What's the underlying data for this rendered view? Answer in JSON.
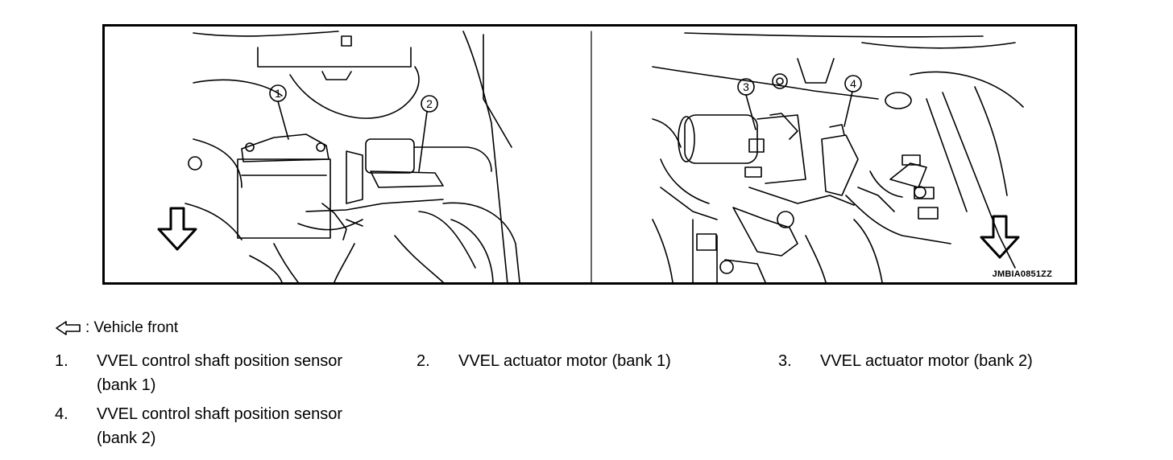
{
  "figure": {
    "code": "JMBIA0851ZZ",
    "callouts": [
      "1",
      "2",
      "3",
      "4"
    ]
  },
  "legend": {
    "front_label": ": Vehicle front",
    "icon": "hollow-arrow-left-icon"
  },
  "items": [
    {
      "num": "1.",
      "line1": "VVEL control shaft position sensor",
      "line2": "(bank 1)"
    },
    {
      "num": "2.",
      "line1": "VVEL actuator motor (bank 1)"
    },
    {
      "num": "3.",
      "line1": "VVEL actuator motor (bank 2)"
    },
    {
      "num": "4.",
      "line1": "VVEL control shaft position sensor",
      "line2": "(bank 2)"
    }
  ]
}
